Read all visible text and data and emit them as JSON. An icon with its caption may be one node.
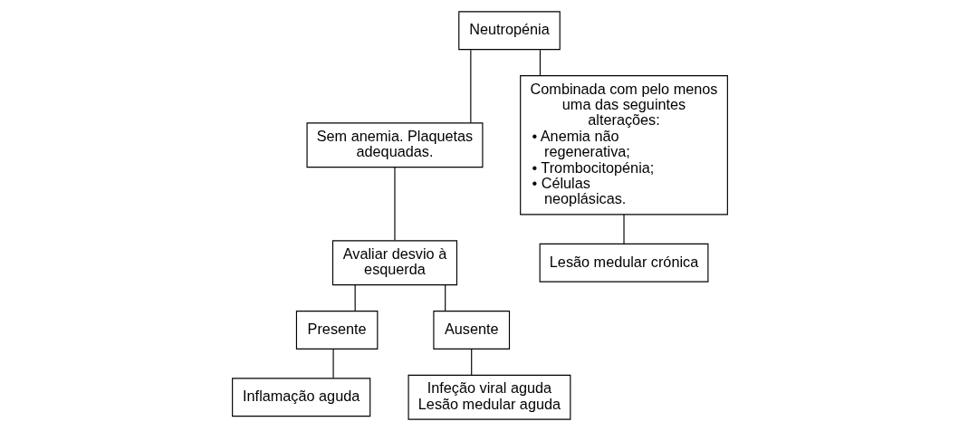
{
  "diagram": {
    "nodes": [
      {
        "text": [
          "Neutropénia"
        ]
      },
      {
        "text": [
          "Sem anemia. Plaquetas adequadas."
        ]
      },
      {
        "text": [
          "Combinada com pelo menos uma das seguintes alterações:",
          "• Anemia não regenerativa;",
          "• Trombocitopénia;",
          "• Células neoplásicas."
        ]
      },
      {
        "text": [
          "Avaliar desvio à esquerda"
        ]
      },
      {
        "text": [
          "Presente"
        ]
      },
      {
        "text": [
          "Ausente"
        ]
      },
      {
        "text": [
          "Inflamação aguda"
        ]
      },
      {
        "text": [
          "Infeção viral aguda",
          "Lesão medular aguda"
        ]
      },
      {
        "text": [
          "Lesão medular crónica"
        ]
      }
    ],
    "edges": [
      {
        "from": 0,
        "to": 1,
        "arrow": "none"
      },
      {
        "from": 0,
        "to": 2,
        "arrow": "none"
      },
      {
        "from": 1,
        "to": 3,
        "arrow": "none"
      },
      {
        "from": 3,
        "to": 4,
        "arrow": "none"
      },
      {
        "from": 3,
        "to": 5,
        "arrow": "none"
      },
      {
        "from": 4,
        "to": 6,
        "arrow": "none"
      },
      {
        "from": 5,
        "to": 7,
        "arrow": "none"
      },
      {
        "from": 2,
        "to": 8,
        "arrow": "none"
      }
    ]
  }
}
